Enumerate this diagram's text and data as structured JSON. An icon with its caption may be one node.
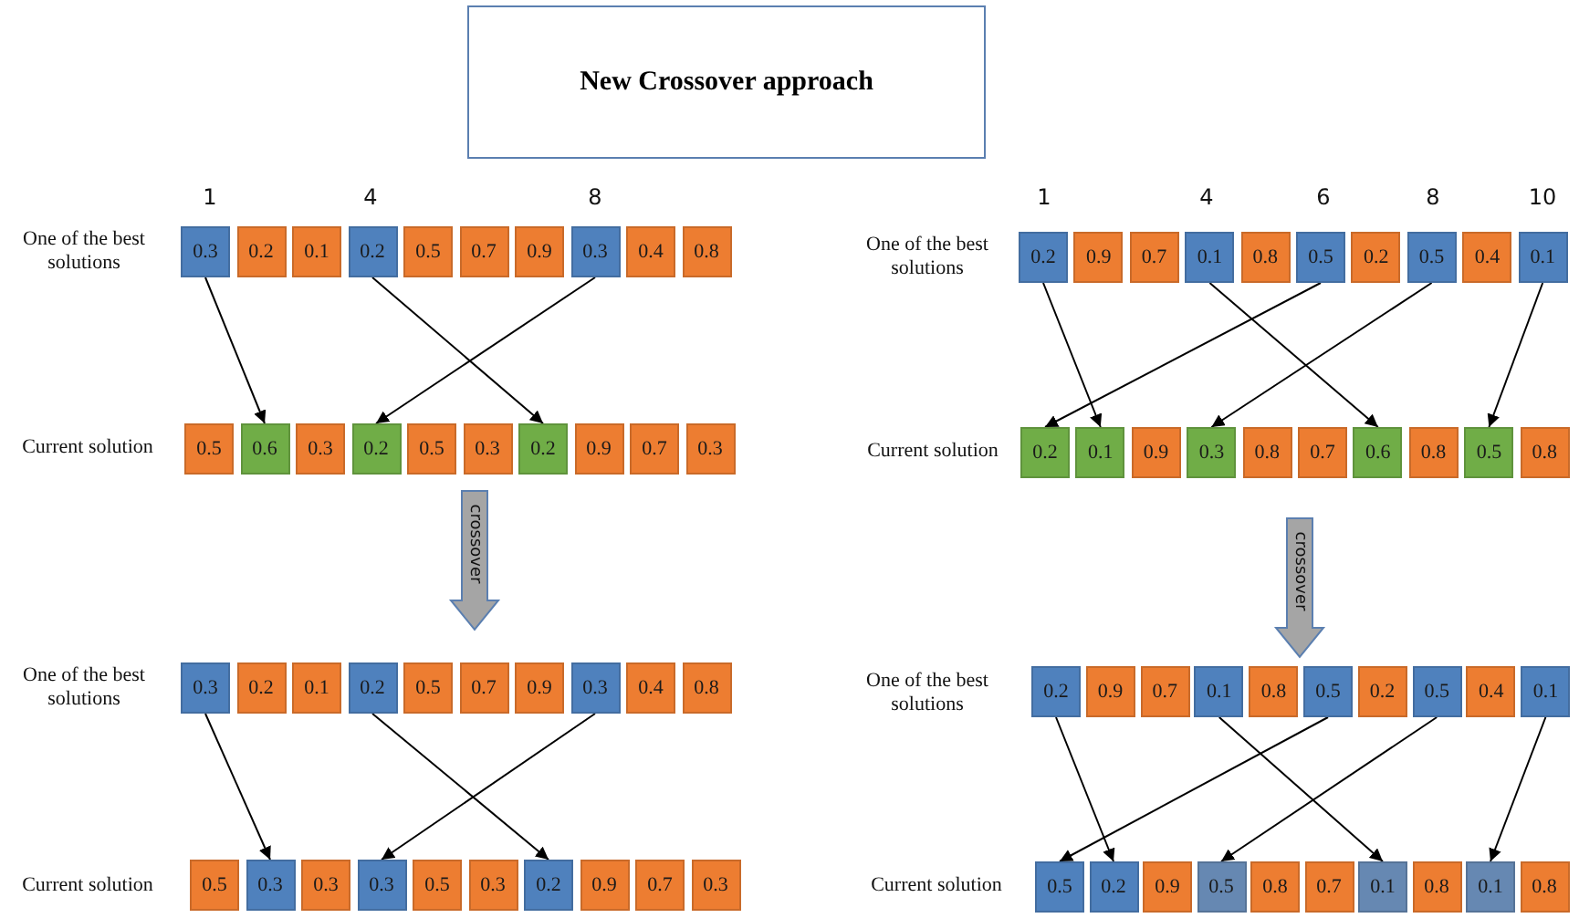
{
  "diagram": {
    "title": "New Crossover approach",
    "nodes": [
      {
        "text": [
          "0.3"
        ]
      },
      {
        "text": [
          "0.2"
        ]
      },
      {
        "text": [
          "0.1"
        ]
      },
      {
        "text": [
          "0.2"
        ]
      },
      {
        "text": [
          "0.5"
        ]
      },
      {
        "text": [
          "0.7"
        ]
      },
      {
        "text": [
          "0.9"
        ]
      },
      {
        "text": [
          "0.3"
        ]
      },
      {
        "text": [
          "0.4"
        ]
      },
      {
        "text": [
          "0.8"
        ]
      },
      {
        "text": [
          "0.2"
        ]
      },
      {
        "text": [
          "0.9"
        ]
      },
      {
        "text": [
          "0.7"
        ]
      },
      {
        "text": [
          "0.1"
        ]
      },
      {
        "text": [
          "0.8"
        ]
      },
      {
        "text": [
          "0.5"
        ]
      },
      {
        "text": [
          "0.2"
        ]
      },
      {
        "text": [
          "0.5"
        ]
      },
      {
        "text": [
          "0.4"
        ]
      },
      {
        "text": [
          "0.1"
        ]
      },
      {
        "text": [
          "0.5"
        ]
      },
      {
        "text": [
          "0.6"
        ]
      },
      {
        "text": [
          "0.3"
        ]
      },
      {
        "text": [
          "0.2"
        ]
      },
      {
        "text": [
          "0.5"
        ]
      },
      {
        "text": [
          "0.3"
        ]
      },
      {
        "text": [
          "0.2"
        ]
      },
      {
        "text": [
          "0.9"
        ]
      },
      {
        "text": [
          "0.7"
        ]
      },
      {
        "text": [
          "0.3"
        ]
      },
      {
        "text": [
          "0.2"
        ]
      },
      {
        "text": [
          "0.1"
        ]
      },
      {
        "text": [
          "0.9"
        ]
      },
      {
        "text": [
          "0.3"
        ]
      },
      {
        "text": [
          "0.8"
        ]
      },
      {
        "text": [
          "0.7"
        ]
      },
      {
        "text": [
          "0.6"
        ]
      },
      {
        "text": [
          "0.8"
        ]
      },
      {
        "text": [
          "0.5"
        ]
      },
      {
        "text": [
          "0.8"
        ]
      },
      {
        "text": [
          "crossover"
        ]
      },
      {
        "text": [
          "crossover"
        ]
      },
      {
        "text": [
          "0.3"
        ]
      },
      {
        "text": [
          "0.2"
        ]
      },
      {
        "text": [
          "0.1"
        ]
      },
      {
        "text": [
          "0.2"
        ]
      },
      {
        "text": [
          "0.5"
        ]
      },
      {
        "text": [
          "0.7"
        ]
      },
      {
        "text": [
          "0.9"
        ]
      },
      {
        "text": [
          "0.3"
        ]
      },
      {
        "text": [
          "0.4"
        ]
      },
      {
        "text": [
          "0.8"
        ]
      },
      {
        "text": [
          "0.2"
        ]
      },
      {
        "text": [
          "0.9"
        ]
      },
      {
        "text": [
          "0.7"
        ]
      },
      {
        "text": [
          "0.1"
        ]
      },
      {
        "text": [
          "0.8"
        ]
      },
      {
        "text": [
          "0.5"
        ]
      },
      {
        "text": [
          "0.2"
        ]
      },
      {
        "text": [
          "0.5"
        ]
      },
      {
        "text": [
          "0.4"
        ]
      },
      {
        "text": [
          "0.1"
        ]
      },
      {
        "text": [
          "0.5"
        ]
      },
      {
        "text": [
          "0.3"
        ]
      },
      {
        "text": [
          "0.3"
        ]
      },
      {
        "text": [
          "0.3"
        ]
      },
      {
        "text": [
          "0.5"
        ]
      },
      {
        "text": [
          "0.3"
        ]
      },
      {
        "text": [
          "0.2"
        ]
      },
      {
        "text": [
          "0.9"
        ]
      },
      {
        "text": [
          "0.7"
        ]
      },
      {
        "text": [
          "0.3"
        ]
      },
      {
        "text": [
          "0.5"
        ]
      },
      {
        "text": [
          "0.2"
        ]
      },
      {
        "text": [
          "0.9"
        ]
      },
      {
        "text": [
          "0.5"
        ]
      },
      {
        "text": [
          "0.8"
        ]
      },
      {
        "text": [
          "0.7"
        ]
      },
      {
        "text": [
          "0.1"
        ]
      },
      {
        "text": [
          "0.8"
        ]
      },
      {
        "text": [
          "0.1"
        ]
      },
      {
        "text": [
          "0.8"
        ]
      }
    ],
    "edges": [
      {
        "from": 0,
        "to": 21,
        "arrow": "to"
      },
      {
        "from": 3,
        "to": 26,
        "arrow": "to"
      },
      {
        "from": 7,
        "to": 23,
        "arrow": "to"
      },
      {
        "from": 10,
        "to": 31,
        "arrow": "to"
      },
      {
        "from": 13,
        "to": 36,
        "arrow": "to"
      },
      {
        "from": 15,
        "to": 30,
        "arrow": "to"
      },
      {
        "from": 17,
        "to": 33,
        "arrow": "to"
      },
      {
        "from": 19,
        "to": 38,
        "arrow": "to"
      },
      {
        "from": 42,
        "to": 63,
        "arrow": "to"
      },
      {
        "from": 45,
        "to": 68,
        "arrow": "to"
      },
      {
        "from": 49,
        "to": 65,
        "arrow": "to"
      },
      {
        "from": 52,
        "to": 73,
        "arrow": "to"
      },
      {
        "from": 55,
        "to": 78,
        "arrow": "to"
      },
      {
        "from": 57,
        "to": 72,
        "arrow": "to"
      },
      {
        "from": 59,
        "to": 75,
        "arrow": "to"
      },
      {
        "from": 61,
        "to": 80,
        "arrow": "to"
      }
    ],
    "labels": [
      "1",
      "4",
      "8",
      "1",
      "4",
      "6",
      "8",
      "10",
      "One of the best solutions",
      "One of the best solutions",
      "Current solution",
      "Current solution",
      "One of the best solutions",
      "One of the best solutions",
      "Current solution",
      "Current solution"
    ]
  }
}
